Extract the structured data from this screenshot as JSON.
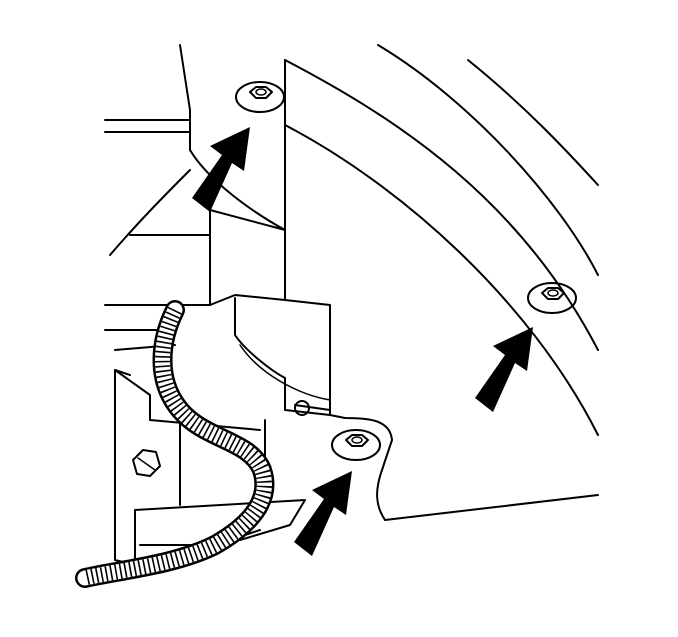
{
  "diagram": {
    "fasteners": [
      {
        "name": "upper-fastener",
        "position": "top-center"
      },
      {
        "name": "right-fastener",
        "position": "middle-right"
      },
      {
        "name": "lower-fastener",
        "position": "bottom-center"
      }
    ],
    "arrows": [
      {
        "name": "upper-fastener-arrow",
        "points_to": "upper-fastener"
      },
      {
        "name": "right-fastener-arrow",
        "points_to": "right-fastener"
      },
      {
        "name": "lower-fastener-arrow",
        "points_to": "lower-fastener"
      }
    ],
    "colors": {
      "line": "#000000",
      "background": "#ffffff"
    }
  }
}
